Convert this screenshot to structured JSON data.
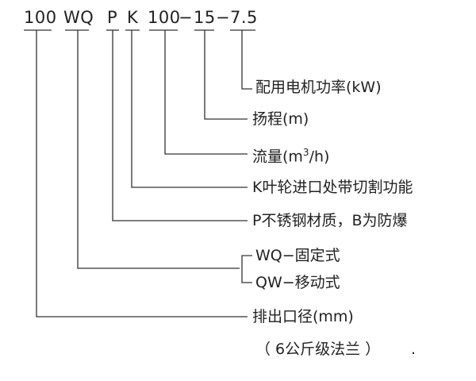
{
  "code": {
    "c100": "100",
    "wq": "WQ",
    "p": "P",
    "k": "K",
    "flow": "100",
    "dash1": "−",
    "head": "15",
    "dash2": "−",
    "power": "7.5"
  },
  "labels": {
    "power": "配用电机功率(kW)",
    "head": "扬程(m)",
    "flow_pre": "流量(m",
    "flow_sup": "3",
    "flow_post": "/h)",
    "k_desc": "K叶轮进口处带切割功能",
    "p_desc": "P不锈钢材质，B为防爆",
    "wq_desc": "WQ−固定式",
    "qw_desc": "QW−移动式",
    "outlet": "排出口径(mm)",
    "flange": "（ 6公斤级法兰 ）",
    "dot": "."
  }
}
